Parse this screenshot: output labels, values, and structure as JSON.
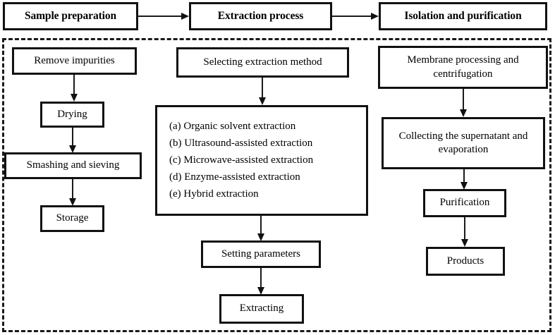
{
  "diagram": {
    "title": "Extraction workflow flowchart",
    "colors": {
      "box_border": "#111111",
      "box_fill": "#ffffff",
      "text": "#000000",
      "arrow": "#1b1b1b",
      "dashed_border": "#1a1a1a"
    },
    "header_stages": [
      {
        "label": "Sample preparation"
      },
      {
        "label": "Extraction process"
      },
      {
        "label": "Isolation and purification"
      }
    ],
    "columns": {
      "sample_preparation": {
        "steps": [
          {
            "label": "Remove impurities"
          },
          {
            "label": "Drying"
          },
          {
            "label": "Smashing and sieving"
          },
          {
            "label": "Storage"
          }
        ]
      },
      "extraction_process": {
        "select_method": {
          "label": "Selecting extraction method"
        },
        "methods": [
          {
            "label": "(a) Organic solvent extraction"
          },
          {
            "label": "(b) Ultrasound-assisted extraction"
          },
          {
            "label": "(c) Microwave-assisted extraction"
          },
          {
            "label": "(d) Enzyme-assisted extraction"
          },
          {
            "label": "(e) Hybrid extraction"
          }
        ],
        "setting_parameters": {
          "label": "Setting parameters"
        },
        "extracting": {
          "label": "Extracting"
        }
      },
      "isolation_and_purification": {
        "steps": [
          {
            "label": "Membrane processing and centrifugation"
          },
          {
            "label": "Collecting the supernatant and evaporation"
          },
          {
            "label": "Purification"
          },
          {
            "label": "Products"
          }
        ]
      }
    }
  }
}
